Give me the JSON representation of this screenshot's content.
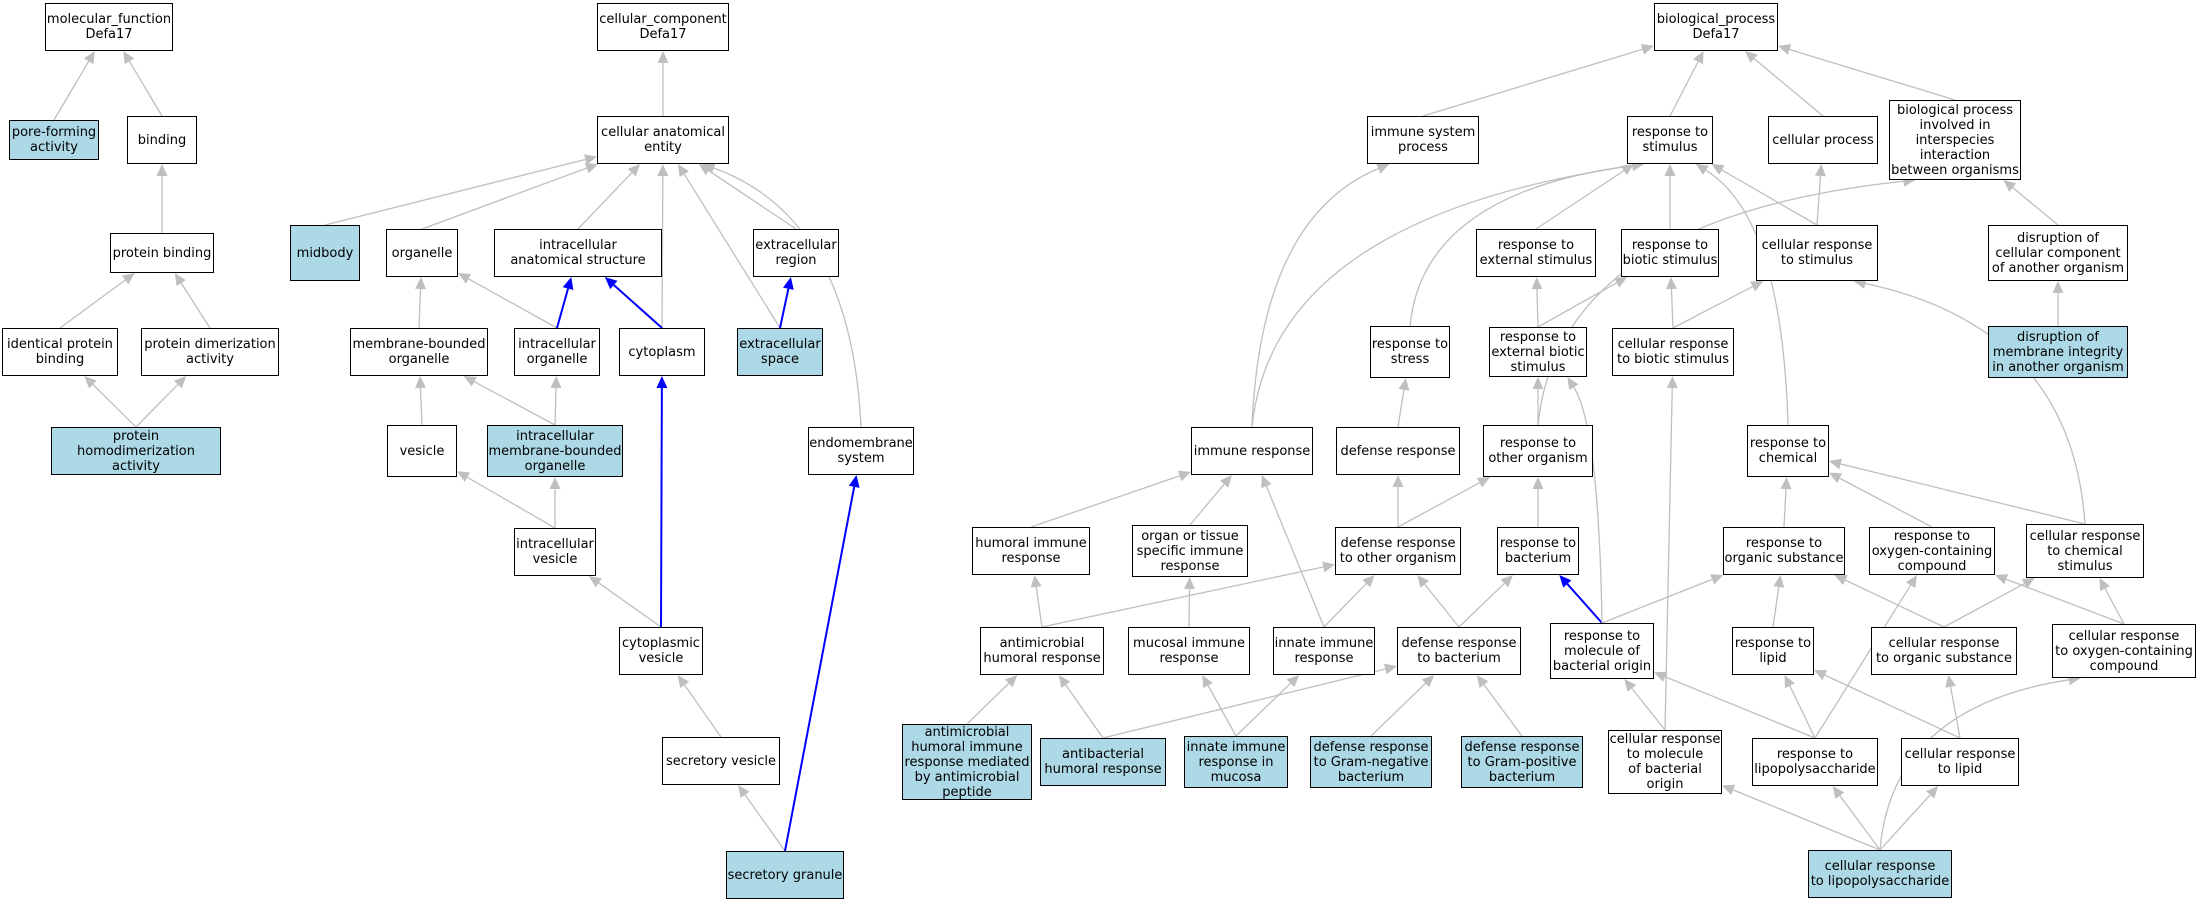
{
  "colors": {
    "highlight": "#add8e6",
    "edge": "#bfbfbf",
    "path_edge": "#0000ff",
    "border": "#000000"
  },
  "nodes": [
    {
      "id": "mf",
      "label": "molecular_function\nDefa17",
      "hl": false
    },
    {
      "id": "pore",
      "label": "pore-forming\nactivity",
      "hl": true
    },
    {
      "id": "binding",
      "label": "binding",
      "hl": false
    },
    {
      "id": "protbind",
      "label": "protein binding",
      "hl": false
    },
    {
      "id": "identprot",
      "label": "identical protein\nbinding",
      "hl": false
    },
    {
      "id": "protdimer",
      "label": "protein dimerization\nactivity",
      "hl": false
    },
    {
      "id": "protHomo",
      "label": "protein homodimerization\nactivity",
      "hl": true
    },
    {
      "id": "cc",
      "label": "cellular_component\nDefa17",
      "hl": false
    },
    {
      "id": "cae",
      "label": "cellular anatomical\nentity",
      "hl": false
    },
    {
      "id": "midbody",
      "label": "midbody",
      "hl": true
    },
    {
      "id": "organelle",
      "label": "organelle",
      "hl": false
    },
    {
      "id": "ias",
      "label": "intracellular\nanatomical structure",
      "hl": false
    },
    {
      "id": "extreg",
      "label": "extracellular\nregion",
      "hl": false
    },
    {
      "id": "mbo",
      "label": "membrane-bounded\norganelle",
      "hl": false
    },
    {
      "id": "intorg",
      "label": "intracellular\norganelle",
      "hl": false
    },
    {
      "id": "cyto",
      "label": "cytoplasm",
      "hl": false
    },
    {
      "id": "extspace",
      "label": "extracellular\nspace",
      "hl": true
    },
    {
      "id": "vesicle",
      "label": "vesicle",
      "hl": false
    },
    {
      "id": "imbo",
      "label": "intracellular\nmembrane-bounded\norganelle",
      "hl": true
    },
    {
      "id": "endo",
      "label": "endomembrane\nsystem",
      "hl": false
    },
    {
      "id": "intves",
      "label": "intracellular\nvesicle",
      "hl": false
    },
    {
      "id": "cytoves",
      "label": "cytoplasmic\nvesicle",
      "hl": false
    },
    {
      "id": "secves",
      "label": "secretory vesicle",
      "hl": false
    },
    {
      "id": "secgran",
      "label": "secretory granule",
      "hl": true
    },
    {
      "id": "bp",
      "label": "biological_process\nDefa17",
      "hl": false
    },
    {
      "id": "immsys",
      "label": "immune system\nprocess",
      "hl": false
    },
    {
      "id": "respstim",
      "label": "response to\nstimulus",
      "hl": false
    },
    {
      "id": "cellproc",
      "label": "cellular process",
      "hl": false
    },
    {
      "id": "bpinter",
      "label": "biological process\ninvolved in\ninterspecies\ninteraction\nbetween organisms",
      "hl": false
    },
    {
      "id": "respext",
      "label": "response to\nexternal stimulus",
      "hl": false
    },
    {
      "id": "respbio",
      "label": "response to\nbiotic stimulus",
      "hl": false
    },
    {
      "id": "cellrespstim",
      "label": "cellular response\nto stimulus",
      "hl": false
    },
    {
      "id": "disrupt",
      "label": "disruption of\ncellular component\nof another organism",
      "hl": false
    },
    {
      "id": "respstress",
      "label": "response to\nstress",
      "hl": false
    },
    {
      "id": "respextbio",
      "label": "response to\nexternal biotic\nstimulus",
      "hl": false
    },
    {
      "id": "cellrespbio",
      "label": "cellular response\nto biotic stimulus",
      "hl": false
    },
    {
      "id": "disruptmem",
      "label": "disruption of\nmembrane integrity\nin another organism",
      "hl": true
    },
    {
      "id": "immresp",
      "label": "immune response",
      "hl": false
    },
    {
      "id": "defresp",
      "label": "defense response",
      "hl": false
    },
    {
      "id": "respother",
      "label": "response to\nother organism",
      "hl": false
    },
    {
      "id": "respchem",
      "label": "response to\nchemical",
      "hl": false
    },
    {
      "id": "humoral",
      "label": "humoral immune\nresponse",
      "hl": false
    },
    {
      "id": "organspec",
      "label": "organ or tissue\nspecific immune\nresponse",
      "hl": false
    },
    {
      "id": "defother",
      "label": "defense response\nto other organism",
      "hl": false
    },
    {
      "id": "respbact",
      "label": "response to\nbacterium",
      "hl": false
    },
    {
      "id": "resporg",
      "label": "response to\norganic substance",
      "hl": false
    },
    {
      "id": "respoxy",
      "label": "response to\noxygen-containing\ncompound",
      "hl": false
    },
    {
      "id": "cellrespchem",
      "label": "cellular response\nto chemical\nstimulus",
      "hl": false
    },
    {
      "id": "antimicro",
      "label": "antimicrobial\nhumoral response",
      "hl": false
    },
    {
      "id": "mucosal",
      "label": "mucosal immune\nresponse",
      "hl": false
    },
    {
      "id": "innate",
      "label": "innate immune\nresponse",
      "hl": false
    },
    {
      "id": "defbact",
      "label": "defense response\nto bacterium",
      "hl": false
    },
    {
      "id": "respmol",
      "label": "response to\nmolecule of\nbacterial origin",
      "hl": false
    },
    {
      "id": "resplipid",
      "label": "response to\nlipid",
      "hl": false
    },
    {
      "id": "cellresporg",
      "label": "cellular response\nto organic substance",
      "hl": false
    },
    {
      "id": "cellrespoxy",
      "label": "cellular response\nto oxygen-containing\ncompound",
      "hl": false
    },
    {
      "id": "antimicropep",
      "label": "antimicrobial\nhumoral immune\nresponse mediated\nby antimicrobial\npeptide",
      "hl": true
    },
    {
      "id": "antibact",
      "label": "antibacterial\nhumoral response",
      "hl": true
    },
    {
      "id": "innatemuc",
      "label": "innate immune\nresponse in\nmucosa",
      "hl": true
    },
    {
      "id": "defgramneg",
      "label": "defense response\nto Gram-negative\nbacterium",
      "hl": true
    },
    {
      "id": "defgrampos",
      "label": "defense response\nto Gram-positive\nbacterium",
      "hl": true
    },
    {
      "id": "cellrespmol",
      "label": "cellular response\nto molecule\nof bacterial\norigin",
      "hl": false
    },
    {
      "id": "resplps",
      "label": "response to\nlipopolysaccharide",
      "hl": false
    },
    {
      "id": "cellresplipid",
      "label": "cellular response\nto lipid",
      "hl": false
    },
    {
      "id": "cellresplps",
      "label": "cellular response\nto lipopolysaccharide",
      "hl": true
    }
  ],
  "edges": [
    {
      "from": "pore",
      "to": "mf",
      "path": false
    },
    {
      "from": "binding",
      "to": "mf",
      "path": false
    },
    {
      "from": "protbind",
      "to": "binding",
      "path": false
    },
    {
      "from": "identprot",
      "to": "protbind",
      "path": false
    },
    {
      "from": "protdimer",
      "to": "protbind",
      "path": false
    },
    {
      "from": "protHomo",
      "to": "identprot",
      "path": false
    },
    {
      "from": "protHomo",
      "to": "protdimer",
      "path": false
    },
    {
      "from": "cae",
      "to": "cc",
      "path": false
    },
    {
      "from": "midbody",
      "to": "cae",
      "path": false
    },
    {
      "from": "organelle",
      "to": "cae",
      "path": false
    },
    {
      "from": "ias",
      "to": "cae",
      "path": false
    },
    {
      "from": "cyto",
      "to": "cae",
      "path": false
    },
    {
      "from": "extspace",
      "to": "cae",
      "path": false
    },
    {
      "from": "extreg",
      "to": "cae",
      "path": false
    },
    {
      "from": "endo",
      "to": "cae",
      "path": false,
      "curve": true
    },
    {
      "from": "mbo",
      "to": "organelle",
      "path": false
    },
    {
      "from": "intorg",
      "to": "organelle",
      "path": false
    },
    {
      "from": "intorg",
      "to": "ias",
      "path": true
    },
    {
      "from": "cyto",
      "to": "ias",
      "path": true
    },
    {
      "from": "extspace",
      "to": "extreg",
      "path": true
    },
    {
      "from": "vesicle",
      "to": "mbo",
      "path": false
    },
    {
      "from": "imbo",
      "to": "mbo",
      "path": false
    },
    {
      "from": "imbo",
      "to": "intorg",
      "path": false
    },
    {
      "from": "intves",
      "to": "vesicle",
      "path": false
    },
    {
      "from": "intves",
      "to": "imbo",
      "path": false
    },
    {
      "from": "cytoves",
      "to": "intves",
      "path": false
    },
    {
      "from": "cytoves",
      "to": "cyto",
      "path": true
    },
    {
      "from": "secves",
      "to": "cytoves",
      "path": false
    },
    {
      "from": "secgran",
      "to": "secves",
      "path": false
    },
    {
      "from": "secgran",
      "to": "endo",
      "path": true
    },
    {
      "from": "immsys",
      "to": "bp",
      "path": false
    },
    {
      "from": "respstim",
      "to": "bp",
      "path": false
    },
    {
      "from": "cellproc",
      "to": "bp",
      "path": false
    },
    {
      "from": "bpinter",
      "to": "bp",
      "path": false
    },
    {
      "from": "respext",
      "to": "respstim",
      "path": false
    },
    {
      "from": "respbio",
      "to": "respstim",
      "path": false
    },
    {
      "from": "cellrespstim",
      "to": "respstim",
      "path": false
    },
    {
      "from": "cellrespstim",
      "to": "cellproc",
      "path": false
    },
    {
      "from": "respstress",
      "to": "respstim",
      "path": false,
      "curve": true
    },
    {
      "from": "immresp",
      "to": "respstim",
      "path": false,
      "curve": true
    },
    {
      "from": "respchem",
      "to": "respstim",
      "path": false,
      "curve": true
    },
    {
      "from": "disrupt",
      "to": "bpinter",
      "path": false
    },
    {
      "from": "respother",
      "to": "bpinter",
      "path": false,
      "curve": true
    },
    {
      "from": "disruptmem",
      "to": "disrupt",
      "path": false
    },
    {
      "from": "immresp",
      "to": "immsys",
      "path": false,
      "curve": true
    },
    {
      "from": "respextbio",
      "to": "respext",
      "path": false
    },
    {
      "from": "respextbio",
      "to": "respbio",
      "path": false
    },
    {
      "from": "cellrespbio",
      "to": "respbio",
      "path": false
    },
    {
      "from": "cellrespbio",
      "to": "cellrespstim",
      "path": false
    },
    {
      "from": "defresp",
      "to": "respstress",
      "path": false
    },
    {
      "from": "respother",
      "to": "respextbio",
      "path": false
    },
    {
      "from": "humoral",
      "to": "immresp",
      "path": false
    },
    {
      "from": "organspec",
      "to": "immresp",
      "path": false
    },
    {
      "from": "defother",
      "to": "defresp",
      "path": false
    },
    {
      "from": "defother",
      "to": "respother",
      "path": false
    },
    {
      "from": "respbact",
      "to": "respother",
      "path": false
    },
    {
      "from": "resporg",
      "to": "respchem",
      "path": false
    },
    {
      "from": "respoxy",
      "to": "respchem",
      "path": false
    },
    {
      "from": "cellrespchem",
      "to": "respchem",
      "path": false
    },
    {
      "from": "cellrespchem",
      "to": "cellrespstim",
      "path": false,
      "curve": true
    },
    {
      "from": "antimicro",
      "to": "defother",
      "path": false
    },
    {
      "from": "antimicro",
      "to": "humoral",
      "path": false
    },
    {
      "from": "mucosal",
      "to": "organspec",
      "path": false
    },
    {
      "from": "innate",
      "to": "defother",
      "path": false
    },
    {
      "from": "innate",
      "to": "immresp",
      "path": false
    },
    {
      "from": "defbact",
      "to": "defother",
      "path": false
    },
    {
      "from": "defbact",
      "to": "respbact",
      "path": false
    },
    {
      "from": "respmol",
      "to": "respbact",
      "path": true
    },
    {
      "from": "respmol",
      "to": "resporg",
      "path": false
    },
    {
      "from": "respmol",
      "to": "respextbio",
      "path": false,
      "curve": true
    },
    {
      "from": "resplipid",
      "to": "resporg",
      "path": false
    },
    {
      "from": "cellresporg",
      "to": "resporg",
      "path": false
    },
    {
      "from": "cellresporg",
      "to": "cellrespchem",
      "path": false
    },
    {
      "from": "cellrespoxy",
      "to": "respoxy",
      "path": false
    },
    {
      "from": "cellrespoxy",
      "to": "cellrespchem",
      "path": false
    },
    {
      "from": "antimicropep",
      "to": "antimicro",
      "path": false
    },
    {
      "from": "antibact",
      "to": "antimicro",
      "path": false
    },
    {
      "from": "antibact",
      "to": "defbact",
      "path": false
    },
    {
      "from": "innatemuc",
      "to": "mucosal",
      "path": false
    },
    {
      "from": "innatemuc",
      "to": "innate",
      "path": false
    },
    {
      "from": "defgramneg",
      "to": "defbact",
      "path": false
    },
    {
      "from": "defgrampos",
      "to": "defbact",
      "path": false
    },
    {
      "from": "cellrespmol",
      "to": "respmol",
      "path": false
    },
    {
      "from": "cellrespmol",
      "to": "cellrespbio",
      "path": false
    },
    {
      "from": "resplps",
      "to": "respmol",
      "path": false
    },
    {
      "from": "resplps",
      "to": "resplipid",
      "path": false
    },
    {
      "from": "resplps",
      "to": "respoxy",
      "path": false
    },
    {
      "from": "cellresplipid",
      "to": "resplipid",
      "path": false
    },
    {
      "from": "cellresplipid",
      "to": "cellresporg",
      "path": false
    },
    {
      "from": "cellresplps",
      "to": "cellrespmol",
      "path": false
    },
    {
      "from": "cellresplps",
      "to": "resplps",
      "path": false
    },
    {
      "from": "cellresplps",
      "to": "cellresplipid",
      "path": false
    },
    {
      "from": "cellresplps",
      "to": "cellrespoxy",
      "path": false,
      "curve": true
    }
  ]
}
